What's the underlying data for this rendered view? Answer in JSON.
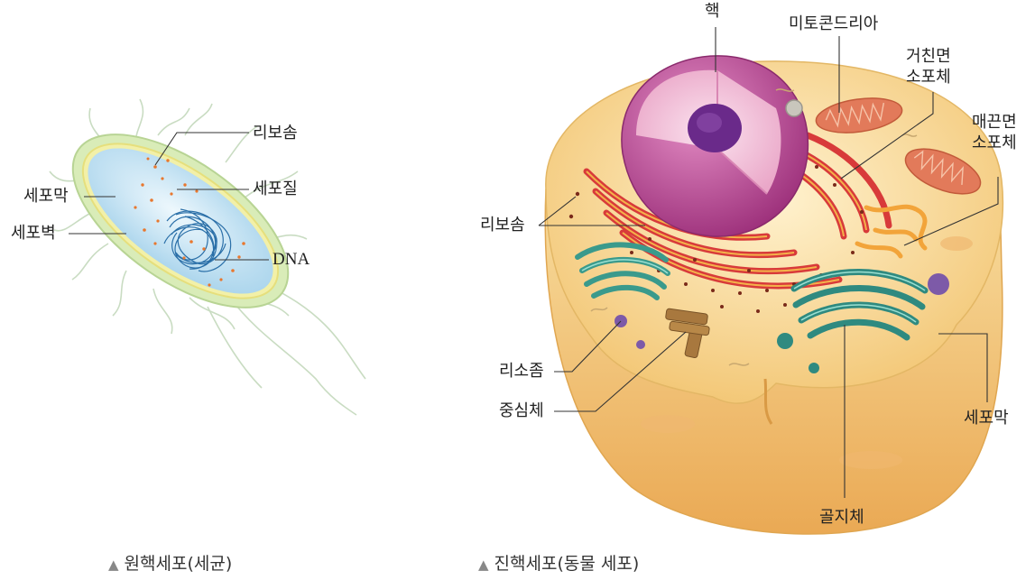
{
  "prokaryote": {
    "labels": {
      "ribosome": "리보솜",
      "cytoplasm": "세포질",
      "cell_membrane": "세포막",
      "cell_wall": "세포벽",
      "dna": "DNA"
    },
    "caption": "원핵세포(세균)"
  },
  "eukaryote": {
    "labels": {
      "nucleus": "핵",
      "mitochondria": "미토콘드리아",
      "rough_er_line1": "거친면",
      "rough_er_line2": "소포체",
      "smooth_er_line1": "매끈면",
      "smooth_er_line2": "소포체",
      "ribosome": "리보솜",
      "lysosome": "리소좀",
      "centrosome": "중심체",
      "cell_membrane": "세포막",
      "golgi": "골지체"
    },
    "caption": "진핵세포(동물 세포)"
  },
  "caption_marker": "▲",
  "colors": {
    "bacteria_body": "#cfe8f5",
    "bacteria_wall": "#d9ecb8",
    "dna": "#2a6fa8",
    "cell_body": "#f6d79a",
    "nucleus": "#c0509a",
    "er": "#e04a4a",
    "golgi": "#3a9a8c",
    "mitochondria": "#e27a5a"
  }
}
